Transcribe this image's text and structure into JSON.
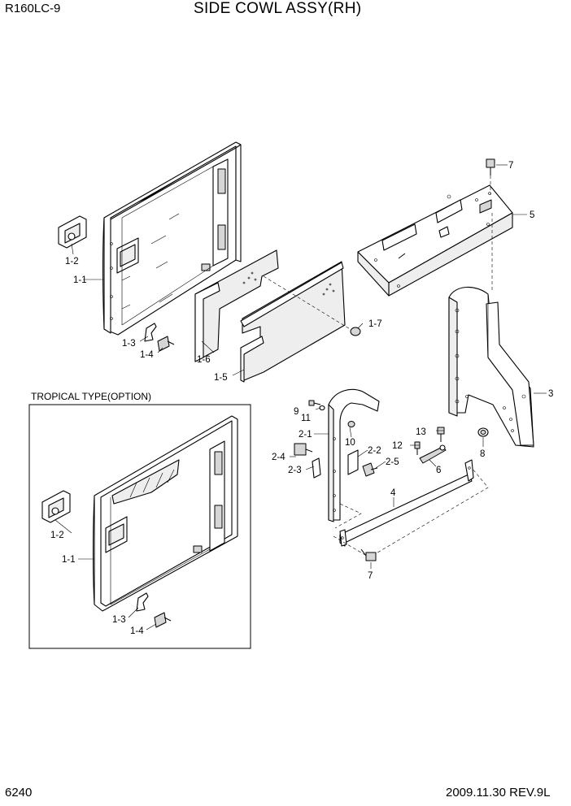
{
  "header": {
    "model": "R160LC-9",
    "title": "SIDE COWL ASSY(RH)"
  },
  "footer": {
    "page": "6240",
    "date_rev": "2009.11.30  REV.9L"
  },
  "option_box": {
    "caption": "TROPICAL TYPE(OPTION)"
  },
  "part_labels": {
    "main_1_1": "1-1",
    "main_1_2": "1-2",
    "main_1_3": "1-3",
    "main_1_4": "1-4",
    "main_1_5": "1-5",
    "main_1_6": "1-6",
    "main_1_7": "1-7",
    "opt_1_1": "1-1",
    "opt_1_2": "1-2",
    "opt_1_3": "1-3",
    "opt_1_4": "1-4",
    "p2_1": "2-1",
    "p2_2": "2-2",
    "p2_3": "2-3",
    "p2_4": "2-4",
    "p2_5": "2-5",
    "p3": "3",
    "p4": "4",
    "p5": "5",
    "p6": "6",
    "p7_top": "7",
    "p7_bottom": "7",
    "p8": "8",
    "p9": "9",
    "p10": "10",
    "p11": "11",
    "p12": "12",
    "p13": "13"
  }
}
